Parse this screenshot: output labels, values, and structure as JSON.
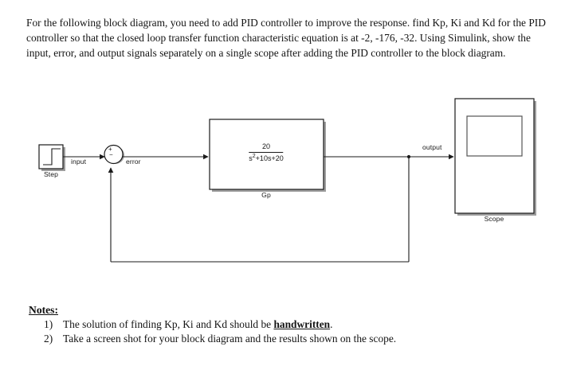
{
  "problem": {
    "statement": "For the following block diagram, you need to add PID controller to improve the response. find Kp, Ki and Kd for the PID controller so that the closed loop transfer function characteristic equation is at -2, -176, -32. Using Simulink, show the input, error, and output signals separately on a single scope after adding the PID controller to the block diagram."
  },
  "diagram": {
    "blocks": {
      "step": {
        "label": "Step"
      },
      "sum": {
        "plus_sign": "+",
        "minus_sign": "−"
      },
      "plant": {
        "label": "Gp",
        "numerator": "20",
        "denominator_pre": "s",
        "denominator_sup": "2",
        "denominator_post": "+10s+20",
        "transfer_function": "20/(s^2+10s+20)"
      },
      "scope": {
        "label": "Scope"
      }
    },
    "signals": {
      "input": "input",
      "error": "error",
      "output": "output"
    },
    "colors": {
      "line": "#1a1a1a",
      "block_border": "#1a1a1a",
      "block_fill": "#ffffff",
      "shadow": "#9a9a9a",
      "canvas": "#ffffff"
    }
  },
  "notes": {
    "heading": "Notes:",
    "items": [
      {
        "number": "1)",
        "text_before": "The solution of finding Kp, Ki and Kd should be ",
        "emphasis": "handwritten",
        "text_after": "."
      },
      {
        "number": "2)",
        "text_before": "Take a screen shot for your block diagram and the results shown on the scope.",
        "emphasis": "",
        "text_after": ""
      }
    ]
  }
}
